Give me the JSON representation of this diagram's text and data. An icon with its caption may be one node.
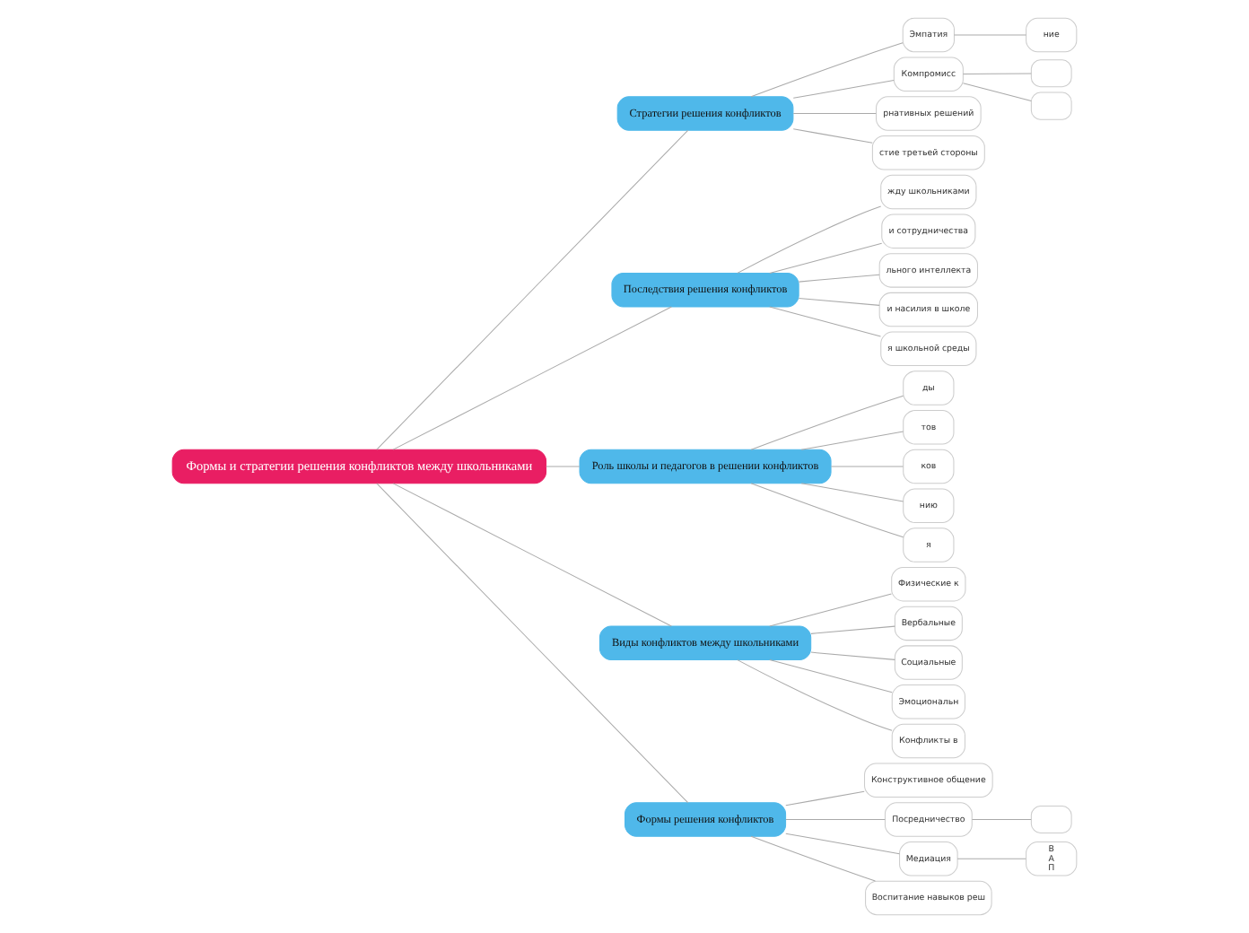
{
  "diagram": {
    "nodes": [
      {
        "text": [
          "Формы и стратегии решения конфликтов между школьниками"
        ]
      },
      {
        "text": [
          "Стратегии решения конфликтов"
        ]
      },
      {
        "text": [
          "Эмпатия"
        ]
      },
      {
        "text": [
          "ние"
        ]
      },
      {
        "text": [
          "Компромисс"
        ]
      },
      {
        "text": [],
        "shape": "box"
      },
      {
        "text": [],
        "shape": "box"
      },
      {
        "text": [
          "рнативных решений"
        ]
      },
      {
        "text": [
          "стие третьей стороны"
        ]
      },
      {
        "text": [
          "Последствия решения конфликтов"
        ]
      },
      {
        "text": [
          "жду школьниками"
        ]
      },
      {
        "text": [
          "и сотрудничества"
        ]
      },
      {
        "text": [
          "льного интеллекта"
        ]
      },
      {
        "text": [
          "и насилия в школе"
        ]
      },
      {
        "text": [
          "я школьной среды"
        ]
      },
      {
        "text": [
          "Роль школы и педагогов в решении конфликтов"
        ]
      },
      {
        "text": [
          "ды"
        ]
      },
      {
        "text": [
          "тов"
        ]
      },
      {
        "text": [
          "ков"
        ]
      },
      {
        "text": [
          "нию"
        ]
      },
      {
        "text": [
          "я"
        ]
      },
      {
        "text": [
          "Виды конфликтов между школьниками"
        ]
      },
      {
        "text": [
          "Физические к"
        ]
      },
      {
        "text": [
          "Вербальные"
        ]
      },
      {
        "text": [
          "Социальные"
        ]
      },
      {
        "text": [
          "Эмоциональн"
        ]
      },
      {
        "text": [
          "Конфликты в"
        ]
      },
      {
        "text": [
          "Формы решения конфликтов"
        ]
      },
      {
        "text": [
          "Конструктивное общение"
        ]
      },
      {
        "text": [
          "Посредничество"
        ]
      },
      {
        "text": [],
        "shape": "box"
      },
      {
        "text": [
          "Медиация"
        ]
      },
      {
        "text": [
          "В",
          "А",
          "П"
        ]
      },
      {
        "text": [
          "Воспитание навыков реш"
        ]
      }
    ],
    "edges": [
      {
        "from": 0,
        "to": 1,
        "arrow": "none"
      },
      {
        "from": 1,
        "to": 2,
        "arrow": "none"
      },
      {
        "from": 2,
        "to": 3,
        "arrow": "none"
      },
      {
        "from": 1,
        "to": 4,
        "arrow": "none"
      },
      {
        "from": 4,
        "to": 5,
        "arrow": "none"
      },
      {
        "from": 4,
        "to": 6,
        "arrow": "none"
      },
      {
        "from": 1,
        "to": 7,
        "arrow": "none"
      },
      {
        "from": 1,
        "to": 8,
        "arrow": "none"
      },
      {
        "from": 0,
        "to": 9,
        "arrow": "none"
      },
      {
        "from": 9,
        "to": 10,
        "arrow": "none"
      },
      {
        "from": 9,
        "to": 11,
        "arrow": "none"
      },
      {
        "from": 9,
        "to": 12,
        "arrow": "none"
      },
      {
        "from": 9,
        "to": 13,
        "arrow": "none"
      },
      {
        "from": 9,
        "to": 14,
        "arrow": "none"
      },
      {
        "from": 0,
        "to": 15,
        "arrow": "none"
      },
      {
        "from": 15,
        "to": 16,
        "arrow": "none"
      },
      {
        "from": 15,
        "to": 17,
        "arrow": "none"
      },
      {
        "from": 15,
        "to": 18,
        "arrow": "none"
      },
      {
        "from": 15,
        "to": 19,
        "arrow": "none"
      },
      {
        "from": 15,
        "to": 20,
        "arrow": "none"
      },
      {
        "from": 0,
        "to": 21,
        "arrow": "none"
      },
      {
        "from": 21,
        "to": 22,
        "arrow": "none"
      },
      {
        "from": 21,
        "to": 23,
        "arrow": "none"
      },
      {
        "from": 21,
        "to": 24,
        "arrow": "none"
      },
      {
        "from": 21,
        "to": 25,
        "arrow": "none"
      },
      {
        "from": 21,
        "to": 26,
        "arrow": "none"
      },
      {
        "from": 0,
        "to": 27,
        "arrow": "none"
      },
      {
        "from": 27,
        "to": 28,
        "arrow": "none"
      },
      {
        "from": 27,
        "to": 29,
        "arrow": "none"
      },
      {
        "from": 29,
        "to": 30,
        "arrow": "none"
      },
      {
        "from": 27,
        "to": 31,
        "arrow": "none"
      },
      {
        "from": 31,
        "to": 32,
        "arrow": "none"
      },
      {
        "from": 27,
        "to": 33,
        "arrow": "none"
      }
    ]
  }
}
